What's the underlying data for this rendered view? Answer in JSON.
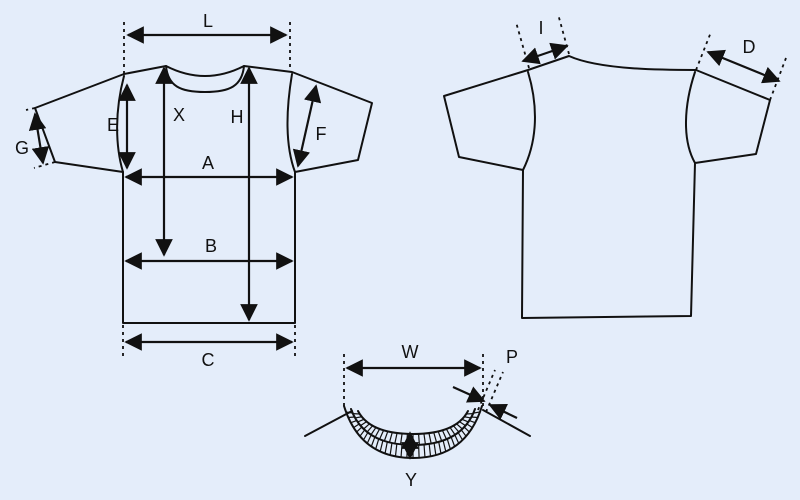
{
  "colors": {
    "background": "#e4edfa",
    "line": "#111111"
  },
  "labels": {
    "L": "L",
    "X": "X",
    "H": "H",
    "E": "E",
    "F": "F",
    "G": "G",
    "A": "A",
    "B": "B",
    "C": "C",
    "I": "I",
    "D": "D",
    "W": "W",
    "P": "P",
    "Y": "Y"
  }
}
